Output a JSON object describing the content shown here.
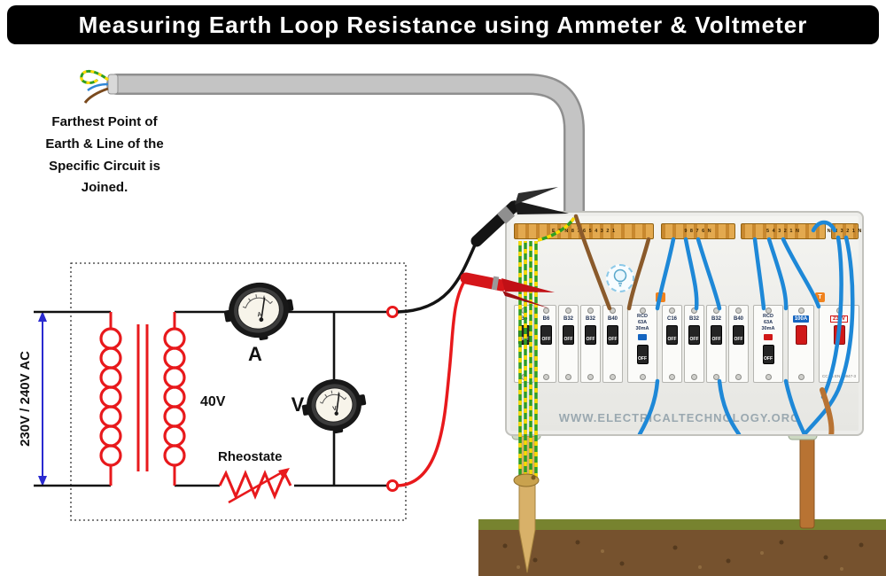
{
  "title": "Measuring Earth Loop Resistance using Ammeter & Voltmeter",
  "annotation": {
    "text": "Farthest Point of\nEarth & Line of the\nSpecific Circuit is\nJoined."
  },
  "circuit": {
    "supply_label": "230V / 240V AC",
    "secondary_voltage": "40V",
    "ammeter_label": "A",
    "voltmeter_label": "V",
    "rheostat_label": "Rheostate"
  },
  "panel": {
    "busbars": [
      {
        "label": "E E N 8 7 6 5 4 3 2 1"
      },
      {
        "label": "9 8 7 6 N"
      },
      {
        "label": "5 4 3 2 1 N"
      },
      {
        "label": "N N 3 2 1 N"
      }
    ],
    "mcb_group1": [
      "B6",
      "B6",
      "B32",
      "B32",
      "B40"
    ],
    "mcb_group2": [
      "C16",
      "B32",
      "B32",
      "B40"
    ],
    "rcd1": {
      "name": "RCD",
      "rating": "63A",
      "sensitivity": "30mA"
    },
    "rcd2": {
      "name": "RCD",
      "rating": "63A",
      "sensitivity": "30mA"
    },
    "main_switch": {
      "rating": "100A"
    },
    "isolator": {
      "rating": "230V",
      "cert": "CC 85 EN 60947-3"
    },
    "off_label": "OFF",
    "tag_label": "T",
    "watermark": "WWW.ELECTRICALTECHNOLOGY.ORG"
  },
  "colors": {
    "accent_red": "#e8191c",
    "wire_blue": "#1e88d7",
    "earth_green": "#2f9e23",
    "earth_yellow": "#ffd900",
    "brass": "#d99a3c",
    "cable_gray": "#c4c4c4",
    "soil_brown": "#76522e"
  }
}
